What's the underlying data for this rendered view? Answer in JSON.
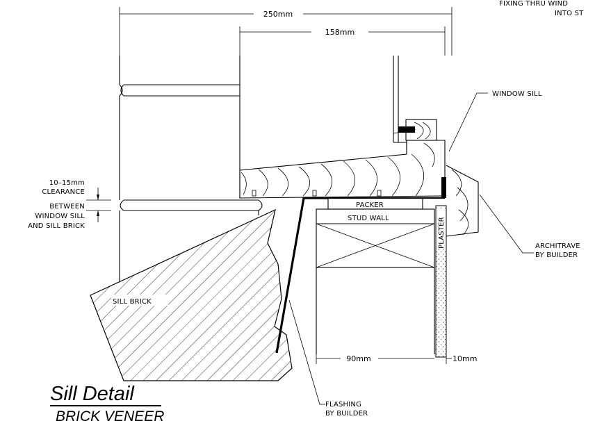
{
  "header_note": {
    "line1": "FIXING THRU WIND",
    "line2": "INTO ST"
  },
  "dimensions": {
    "overall": "250mm",
    "frame": "158mm",
    "stud": "90mm",
    "plaster": "10mm"
  },
  "clearance_note": {
    "line1": "10–15mm",
    "line2": "CLEARANCE",
    "line3": "BETWEEN",
    "line4": "WINDOW SILL",
    "line5": "AND SILL BRICK"
  },
  "labels": {
    "window_sill": "WINDOW SILL",
    "packer": "PACKER",
    "stud_wall": "STUD WALL",
    "plaster": "PLASTER",
    "sill_brick": "SILL BRICK",
    "architrave_line1": "ARCHITRAVE",
    "architrave_line2": "BY BUILDER",
    "flashing_line1": "FLASHING",
    "flashing_line2": "BY BUILDER"
  },
  "title": {
    "main": "Sill Detail",
    "sub": "BRICK VENEER"
  }
}
